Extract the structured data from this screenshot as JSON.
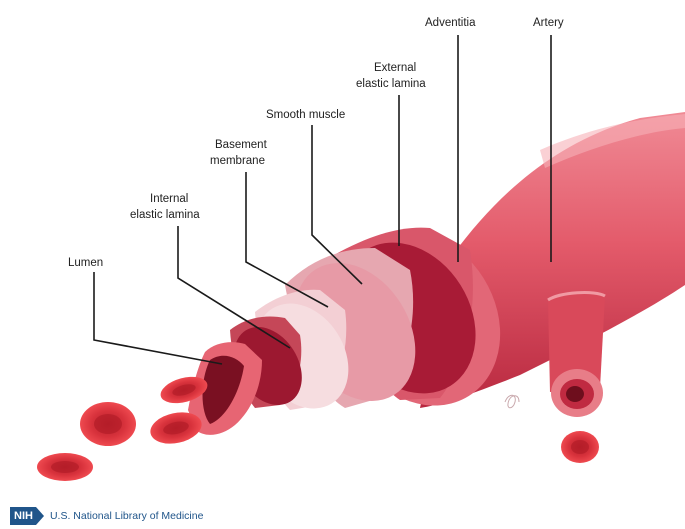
{
  "labels": {
    "lumen": "Lumen",
    "internal_line1": "Internal",
    "internal_line2": "elastic lamina",
    "basement_line1": "Basement",
    "basement_line2": "membrane",
    "smooth_muscle": "Smooth muscle",
    "external_line1": "External",
    "external_line2": "elastic lamina",
    "adventitia": "Adventitia",
    "artery": "Artery"
  },
  "footer": {
    "logo_text": "NIH",
    "org_name": "U.S. National Library of Medicine"
  },
  "colors": {
    "adventitia": "#d9495a",
    "external_lamina": "#b5243c",
    "smooth_muscle": "#e9a3ad",
    "basement": "#f4d3d7",
    "internal_lamina": "#9e1a30",
    "intima": "#e76573",
    "lumen": "#7a1022",
    "blood_cell": "#e0333d",
    "nih_blue": "#20558a"
  }
}
